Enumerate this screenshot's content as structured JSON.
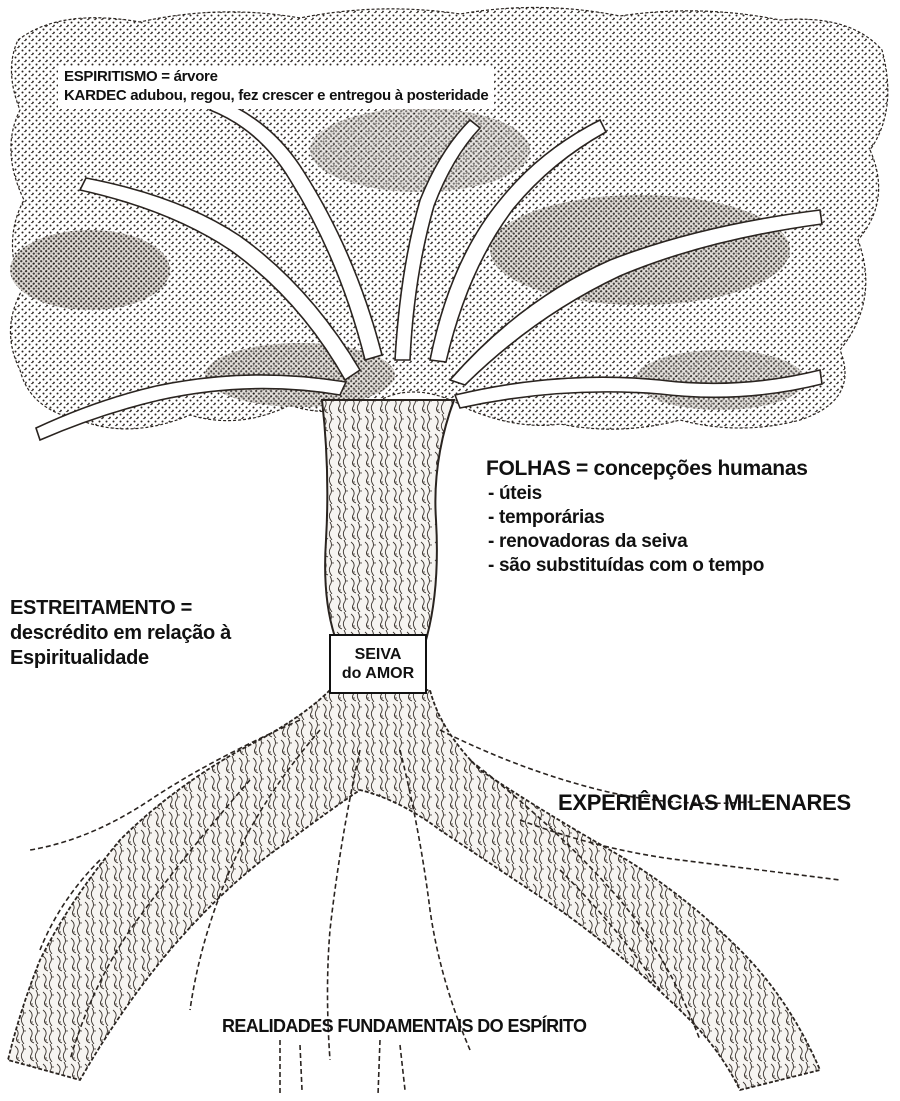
{
  "title_block": {
    "line1": "ESPIRITISMO = árvore",
    "line2": "KARDEC adubou, regou, fez crescer e entregou à posteridade"
  },
  "leaves": {
    "heading": "FOLHAS = concepções humanas",
    "items": [
      "- úteis",
      "- temporárias",
      "- renovadoras da seiva",
      "- são substituídas com o tempo"
    ]
  },
  "narrowing": {
    "line1": "ESTREITAMENTO =",
    "line2": "descrédito em relação à",
    "line3": "Espiritualidade"
  },
  "sap_box": {
    "line1": "SEIVA",
    "line2": "do AMOR"
  },
  "roots": {
    "experiences": "EXPERIÊNCIAS MILENARES",
    "realities": "REALIDADES FUNDAMENTAIS DO ESPÍRITO"
  },
  "colors": {
    "ink": "#111111",
    "paper": "#ffffff"
  }
}
